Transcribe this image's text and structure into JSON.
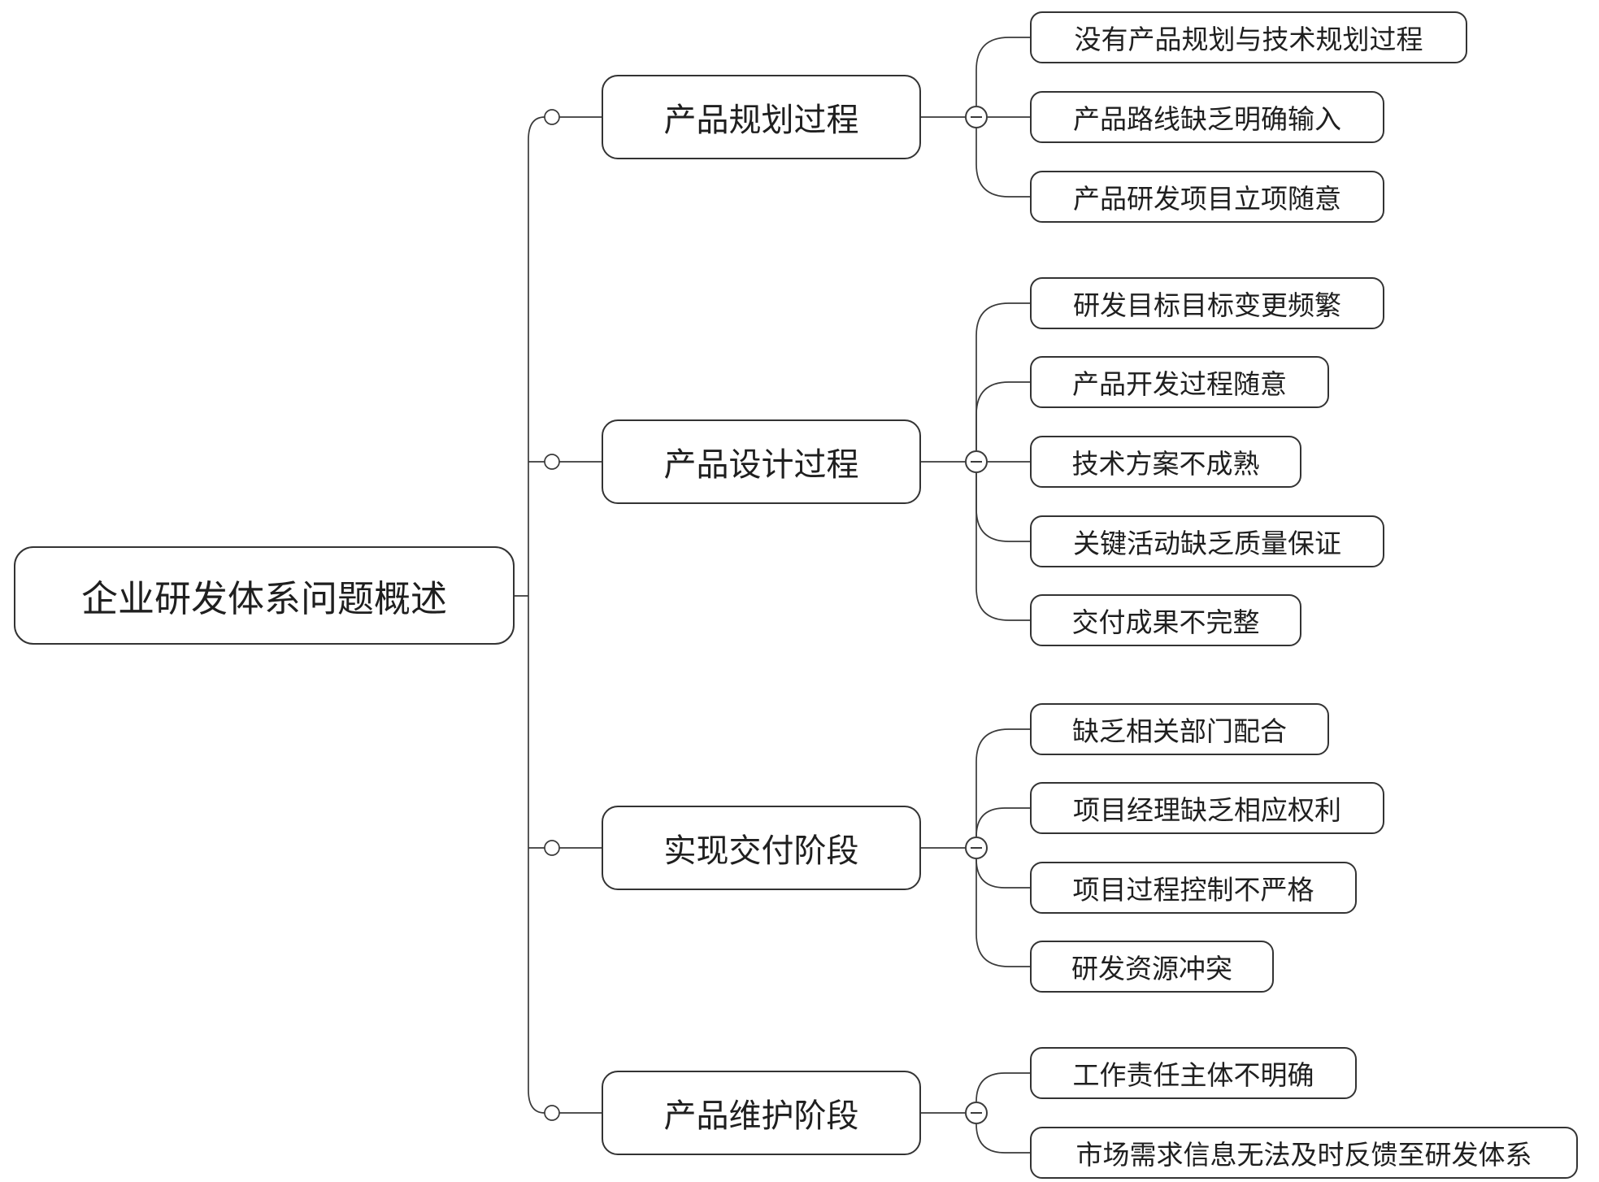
{
  "diagram": {
    "type": "mindmap",
    "colors": {
      "background": "#ffffff",
      "node_border": "#333333",
      "connector_line": "#3a3a3a",
      "text": "#1f1f1f",
      "node_fill": "#ffffff"
    },
    "icons": {
      "collapse_button": "minus-icon",
      "trunk_junction": "circle-junction-icon"
    },
    "root": {
      "label": "企业研发体系问题概述"
    },
    "branches": [
      {
        "label": "产品规划过程",
        "children": [
          "没有产品规划与技术规划过程",
          "产品路线缺乏明确输入",
          "产品研发项目立项随意"
        ]
      },
      {
        "label": "产品设计过程",
        "children": [
          "研发目标目标变更频繁",
          "产品开发过程随意",
          "技术方案不成熟",
          "关键活动缺乏质量保证",
          "交付成果不完整"
        ]
      },
      {
        "label": "实现交付阶段",
        "children": [
          "缺乏相关部门配合",
          "项目经理缺乏相应权利",
          "项目过程控制不严格",
          "研发资源冲突"
        ]
      },
      {
        "label": "产品维护阶段",
        "children": [
          "工作责任主体不明确",
          "市场需求信息无法及时反馈至研发体系"
        ]
      }
    ]
  }
}
